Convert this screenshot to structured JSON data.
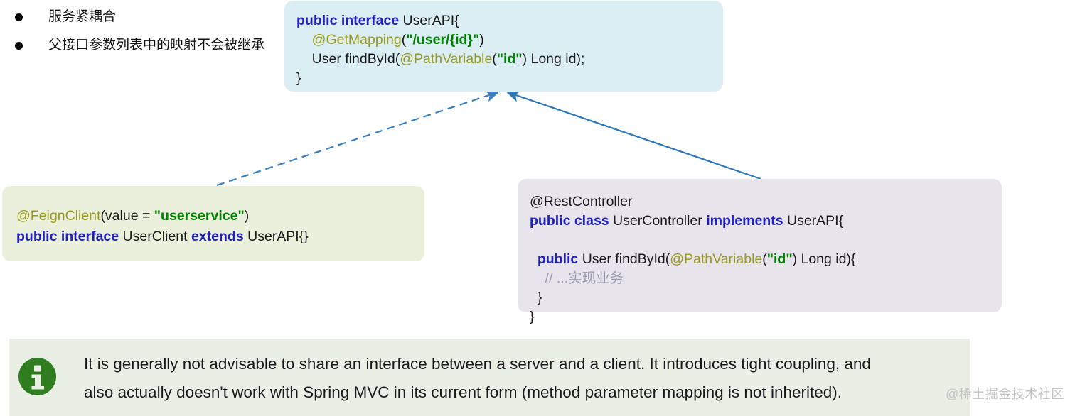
{
  "bullets": [
    {
      "text": "服务紧耦合"
    },
    {
      "text": "父接口参数列表中的映射不会被继承"
    }
  ],
  "cards": {
    "userapi": {
      "title": "UserAPI interface",
      "background": "#daeef3",
      "lines": [
        [
          {
            "t": "public interface ",
            "c": "kw"
          },
          {
            "t": "UserAPI{",
            "c": "plain"
          }
        ],
        [
          {
            "t": "    ",
            "c": "plain"
          },
          {
            "t": "@GetMapping",
            "c": "ann"
          },
          {
            "t": "(",
            "c": "plain"
          },
          {
            "t": "\"/user/{id}\"",
            "c": "str"
          },
          {
            "t": ")",
            "c": "plain"
          }
        ],
        [
          {
            "t": "    User findById(",
            "c": "plain"
          },
          {
            "t": "@PathVariable",
            "c": "ann"
          },
          {
            "t": "(",
            "c": "plain"
          },
          {
            "t": "\"id\"",
            "c": "str"
          },
          {
            "t": ") Long id);",
            "c": "plain"
          }
        ],
        [
          {
            "t": "}",
            "c": "plain"
          }
        ]
      ]
    },
    "userclient": {
      "title": "UserClient feign interface",
      "background": "#eaf0dc",
      "lines": [
        [
          {
            "t": "@FeignClient",
            "c": "ann"
          },
          {
            "t": "(value = ",
            "c": "plain"
          },
          {
            "t": "\"userservice\"",
            "c": "str"
          },
          {
            "t": ")",
            "c": "plain"
          }
        ],
        [
          {
            "t": "public interface ",
            "c": "kw"
          },
          {
            "t": "UserClient ",
            "c": "plain"
          },
          {
            "t": "extends ",
            "c": "kw"
          },
          {
            "t": "UserAPI{}",
            "c": "plain"
          }
        ]
      ]
    },
    "usercontroller": {
      "title": "UserController implementation",
      "background": "#e8e4ec",
      "lines": [
        [
          {
            "t": "@RestController",
            "c": "plain"
          }
        ],
        [
          {
            "t": "public class ",
            "c": "kw"
          },
          {
            "t": "UserController ",
            "c": "plain"
          },
          {
            "t": "implements ",
            "c": "kw"
          },
          {
            "t": "UserAPI{",
            "c": "plain"
          }
        ],
        [
          {
            "t": "",
            "c": "plain"
          }
        ],
        [
          {
            "t": "  ",
            "c": "plain"
          },
          {
            "t": "public ",
            "c": "kw"
          },
          {
            "t": "User findById(",
            "c": "plain"
          },
          {
            "t": "@PathVariable",
            "c": "ann"
          },
          {
            "t": "(",
            "c": "plain"
          },
          {
            "t": "\"id\"",
            "c": "str"
          },
          {
            "t": ") Long id){",
            "c": "plain"
          }
        ],
        [
          {
            "t": "    ",
            "c": "plain"
          },
          {
            "t": "// ...实现业务",
            "c": "cmt"
          }
        ],
        [
          {
            "t": "  }",
            "c": "plain"
          }
        ],
        [
          {
            "t": "}",
            "c": "plain"
          }
        ]
      ]
    }
  },
  "arrows": [
    {
      "name": "inherit-arrow-client",
      "style": "dashed",
      "from": "userclient",
      "to": "userapi",
      "color": "#3a7ec0"
    },
    {
      "name": "implement-arrow-controller",
      "style": "solid",
      "from": "usercontroller",
      "to": "userapi",
      "color": "#2e78b8"
    }
  ],
  "info": {
    "icon": "info-circle-icon",
    "icon_color": "#2f7d1f",
    "background": "#eaefe6",
    "line1": "It is generally not advisable to share an interface between a server and a client. It introduces tight coupling, and",
    "line2": "also actually doesn't work with Spring MVC in its current form (method parameter mapping is not inherited)."
  },
  "watermark": {
    "text": "@稀土掘金技术社区"
  }
}
